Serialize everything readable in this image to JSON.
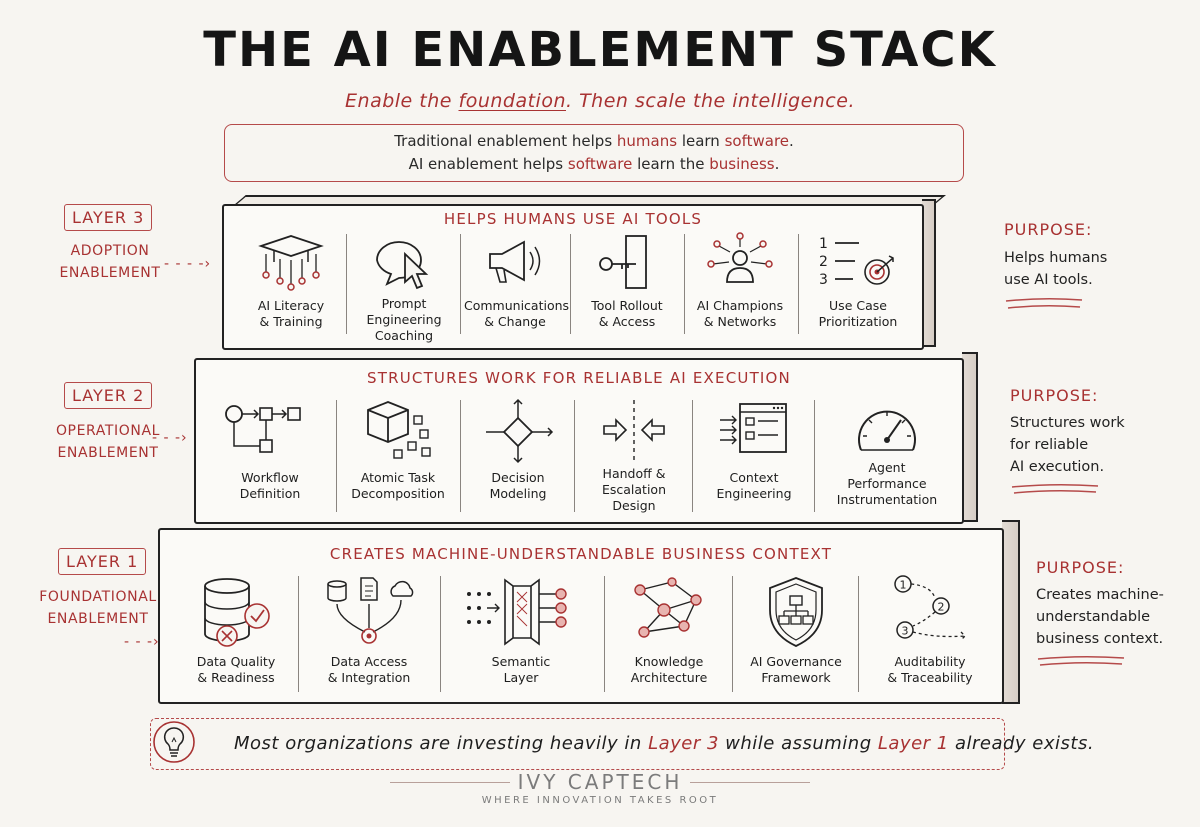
{
  "title": "THE AI ENABLEMENT STACK",
  "subtitle": {
    "part1": "Enable the ",
    "highlight": "foundation",
    "part2": ". Then scale the intelligence."
  },
  "intro": {
    "line1": {
      "a": "Traditional enablement helps ",
      "b": "humans",
      "c": " learn ",
      "d": "software",
      "e": "."
    },
    "line2": {
      "a": "AI enablement helps ",
      "b": "software",
      "c": " learn the ",
      "d": "business",
      "e": "."
    }
  },
  "layers": {
    "layer3": {
      "tag": "LAYER 3",
      "name_line1": "ADOPTION",
      "name_line2": "ENABLEMENT",
      "heading": "HELPS HUMANS USE AI TOOLS",
      "purpose_head": "PURPOSE:",
      "purpose_line1": "Helps humans",
      "purpose_line2": "use AI tools.",
      "items": [
        {
          "line1": "AI Literacy",
          "line2": "& Training",
          "line3": ""
        },
        {
          "line1": "Prompt",
          "line2": "Engineering",
          "line3": "Coaching"
        },
        {
          "line1": "Communications",
          "line2": "& Change",
          "line3": ""
        },
        {
          "line1": "Tool Rollout",
          "line2": "& Access",
          "line3": ""
        },
        {
          "line1": "AI Champions",
          "line2": "& Networks",
          "line3": ""
        },
        {
          "line1": "Use Case",
          "line2": "Prioritization",
          "line3": ""
        }
      ],
      "list_numbers": [
        "1",
        "2",
        "3"
      ]
    },
    "layer2": {
      "tag": "LAYER 2",
      "name_line1": "OPERATIONAL",
      "name_line2": "ENABLEMENT",
      "heading": "STRUCTURES WORK FOR RELIABLE AI EXECUTION",
      "purpose_head": "PURPOSE:",
      "purpose_line1": "Structures work",
      "purpose_line2": "for reliable",
      "purpose_line3": "AI execution.",
      "items": [
        {
          "line1": "Workflow",
          "line2": "Definition",
          "line3": ""
        },
        {
          "line1": "Atomic Task",
          "line2": "Decomposition",
          "line3": ""
        },
        {
          "line1": "Decision",
          "line2": "Modeling",
          "line3": ""
        },
        {
          "line1": "Handoff &",
          "line2": "Escalation",
          "line3": "Design"
        },
        {
          "line1": "Context",
          "line2": "Engineering",
          "line3": ""
        },
        {
          "line1": "Agent",
          "line2": "Performance",
          "line3": "Instrumentation"
        }
      ]
    },
    "layer1": {
      "tag": "LAYER 1",
      "name_line1": "FOUNDATIONAL",
      "name_line2": "ENABLEMENT",
      "heading": "CREATES MACHINE-UNDERSTANDABLE BUSINESS CONTEXT",
      "purpose_head": "PURPOSE:",
      "purpose_line1": "Creates machine-",
      "purpose_line2": "understandable",
      "purpose_line3": "business context.",
      "items": [
        {
          "line1": "Data Quality",
          "line2": "& Readiness",
          "line3": ""
        },
        {
          "line1": "Data Access",
          "line2": "& Integration",
          "line3": ""
        },
        {
          "line1": "Semantic",
          "line2": "Layer",
          "line3": ""
        },
        {
          "line1": "Knowledge",
          "line2": "Architecture",
          "line3": ""
        },
        {
          "line1": "AI Governance",
          "line2": "Framework",
          "line3": ""
        },
        {
          "line1": "Auditability",
          "line2": "& Traceability",
          "line3": ""
        }
      ],
      "step_numbers": [
        "1",
        "2",
        "3"
      ]
    }
  },
  "bottom_note": {
    "a": "Most organizations are investing heavily in ",
    "b": "Layer 3",
    "c": " while assuming ",
    "d": "Layer 1",
    "e": " already exists."
  },
  "brand": "IVY CAPTECH",
  "tagline": "WHERE INNOVATION TAKES ROOT",
  "colors": {
    "accent": "#a83232",
    "ink": "#1e1e1e",
    "paper": "#f7f5f1"
  }
}
